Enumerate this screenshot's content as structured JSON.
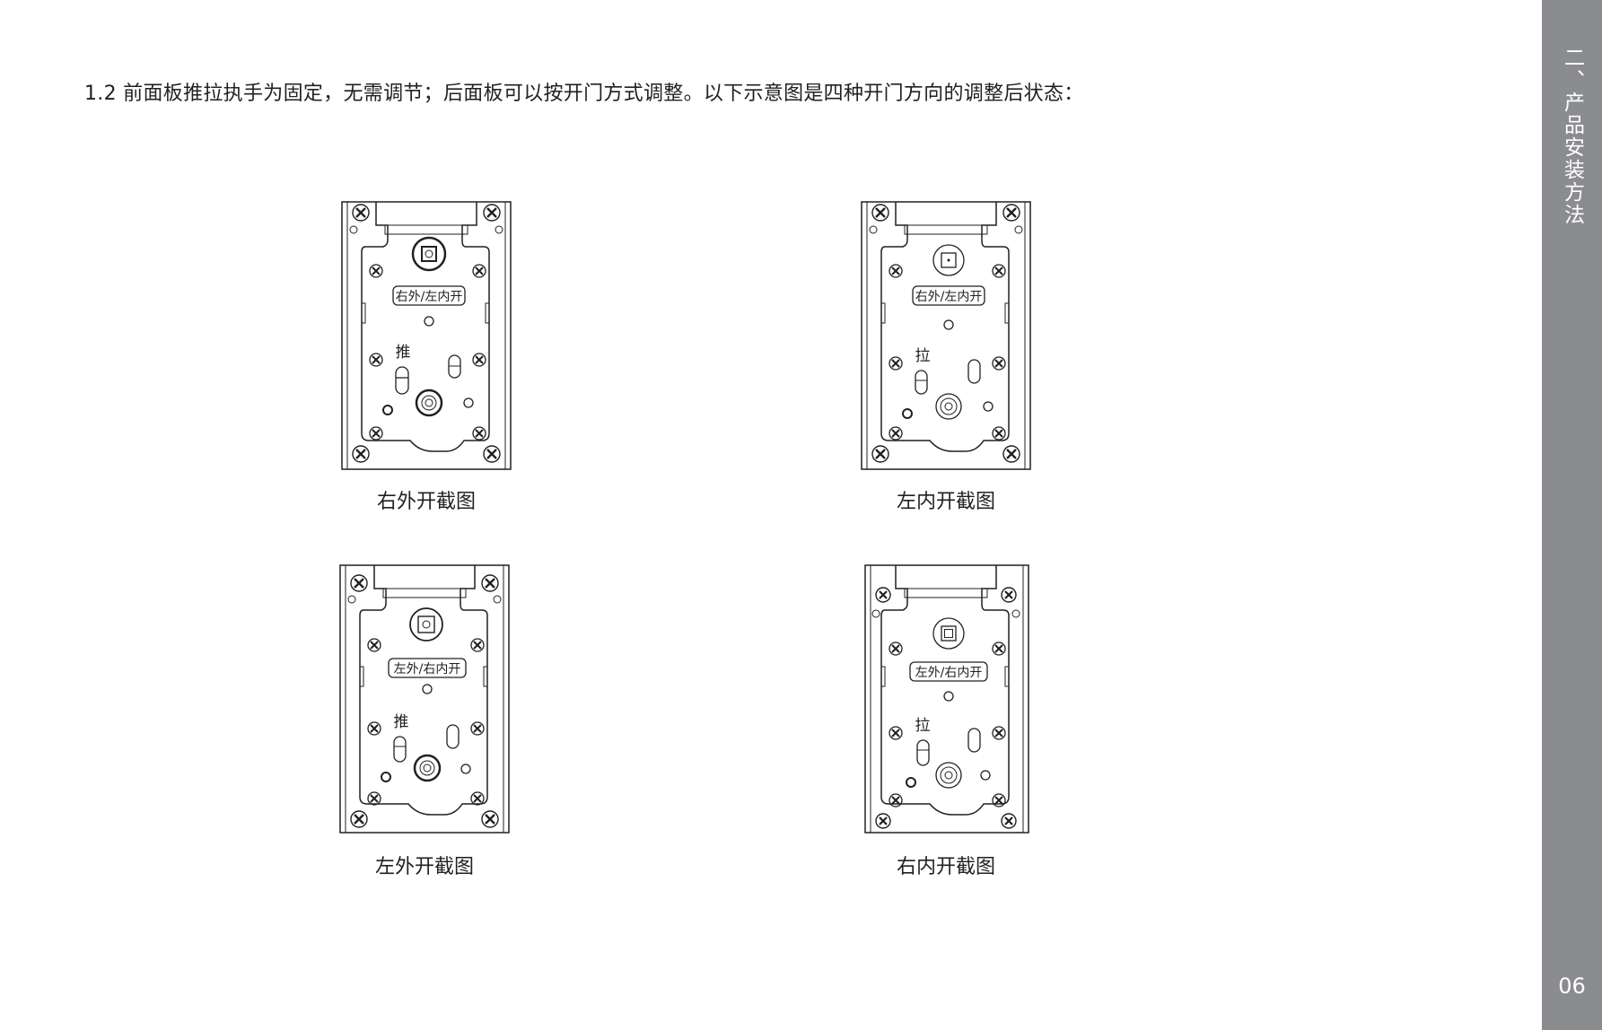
{
  "intro_text": "1.2 前面板推拉执手为固定，无需调节；后面板可以按开门方式调整。以下示意图是四种开门方向的调整后状态：",
  "sidebar": {
    "section_title": "二、产品安装方法",
    "page_number": "06"
  },
  "figures": [
    {
      "caption": "右外开截图",
      "plate_label": "右外/左内开",
      "action_label": "推"
    },
    {
      "caption": "左内开截图",
      "plate_label": "右外/左内开",
      "action_label": "拉"
    },
    {
      "caption": "左外开截图",
      "plate_label": "左外/右内开",
      "action_label": "推"
    },
    {
      "caption": "右内开截图",
      "plate_label": "左外/右内开",
      "action_label": "拉"
    }
  ]
}
